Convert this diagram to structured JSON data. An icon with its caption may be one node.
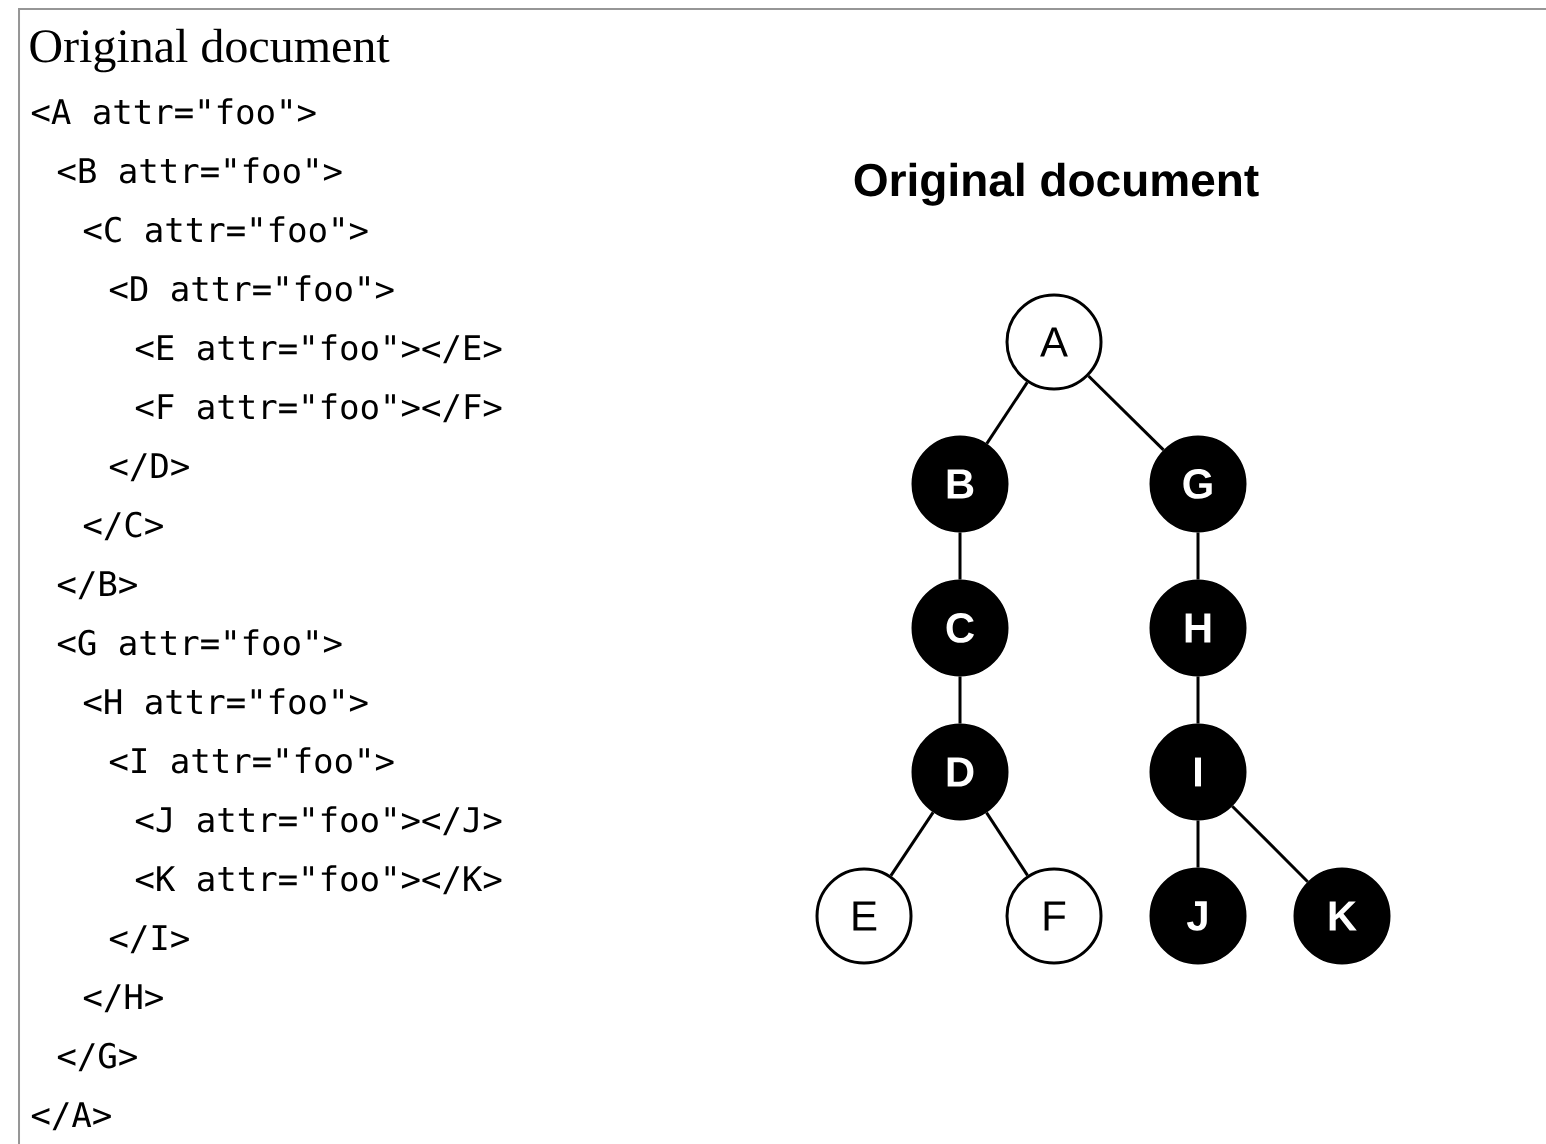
{
  "diagram": {
    "title": "Original document",
    "nodes": [
      {
        "text": [
          "A"
        ]
      },
      {
        "text": [
          "B"
        ]
      },
      {
        "text": [
          "C"
        ]
      },
      {
        "text": [
          "D"
        ]
      },
      {
        "text": [
          "E"
        ]
      },
      {
        "text": [
          "F"
        ]
      },
      {
        "text": [
          "G"
        ]
      },
      {
        "text": [
          "H"
        ]
      },
      {
        "text": [
          "I"
        ]
      },
      {
        "text": [
          "J"
        ]
      },
      {
        "text": [
          "K"
        ]
      }
    ],
    "edges": [
      {
        "from": 0,
        "to": 1,
        "arrow": "none"
      },
      {
        "from": 0,
        "to": 6,
        "arrow": "none"
      },
      {
        "from": 1,
        "to": 2,
        "arrow": "none"
      },
      {
        "from": 2,
        "to": 3,
        "arrow": "none"
      },
      {
        "from": 3,
        "to": 4,
        "arrow": "none"
      },
      {
        "from": 3,
        "to": 5,
        "arrow": "none"
      },
      {
        "from": 6,
        "to": 7,
        "arrow": "none"
      },
      {
        "from": 7,
        "to": 8,
        "arrow": "none"
      },
      {
        "from": 8,
        "to": 9,
        "arrow": "none"
      },
      {
        "from": 8,
        "to": 10,
        "arrow": "none"
      }
    ],
    "labels": [
      "<A attr=\"foo\">",
      "<B attr=\"foo\">",
      "<C attr=\"foo\">",
      "<D attr=\"foo\">",
      "<E attr=\"foo\"></E>",
      "<F attr=\"foo\"></F>",
      "</D>",
      "</C>",
      "</B>",
      "<G attr=\"foo\">",
      "<H attr=\"foo\">",
      "<I attr=\"foo\">",
      "<J attr=\"foo\"></J>",
      "<K attr=\"foo\"></K>",
      "</I>",
      "</H>",
      "</G>",
      "</A>",
      "Original document"
    ]
  }
}
